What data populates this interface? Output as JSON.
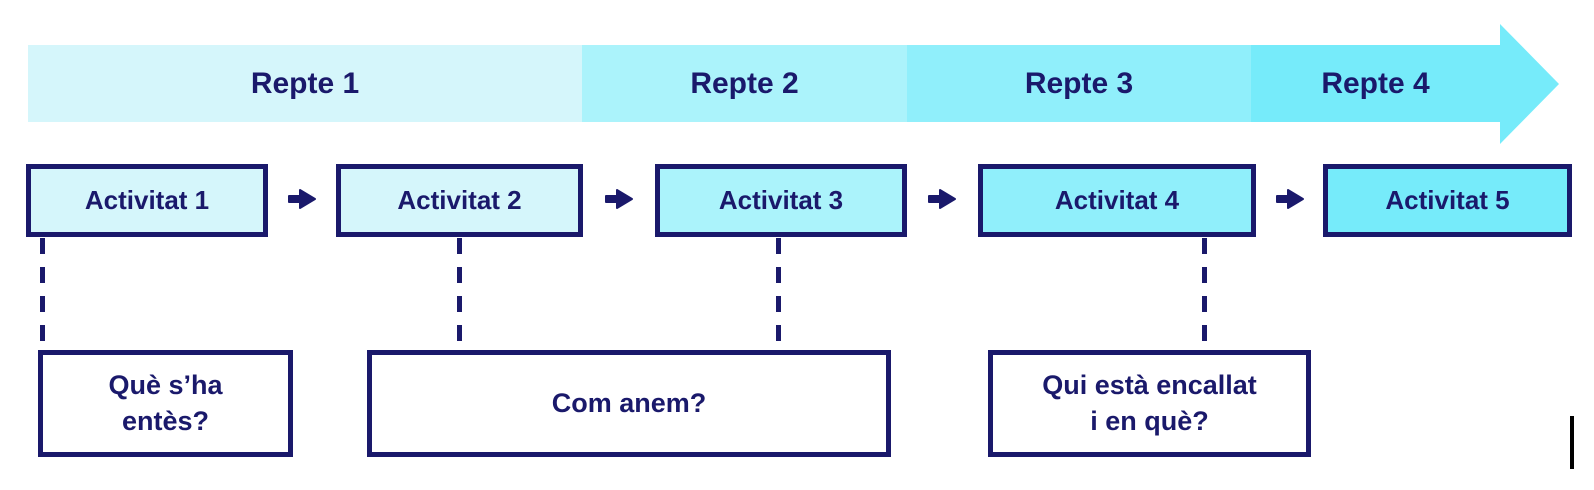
{
  "diagram": {
    "timeline": {
      "reptes": [
        {
          "label": "Repte 1",
          "fill": "#D5F6FB"
        },
        {
          "label": "Repte 2",
          "fill": "#ABF3FB"
        },
        {
          "label": "Repte 3",
          "fill": "#90EFFB"
        },
        {
          "label": "Repte 4",
          "fill": "#76EBFA"
        }
      ],
      "arrowhead_fill": "#76EBFA"
    },
    "activities": [
      {
        "label": "Activitat 1",
        "fill": "#D5F6FB"
      },
      {
        "label": "Activitat 2",
        "fill": "#D5F6FB"
      },
      {
        "label": "Activitat 3",
        "fill": "#ABF3FB"
      },
      {
        "label": "Activitat 4",
        "fill": "#90EFFB"
      },
      {
        "label": "Activitat 5",
        "fill": "#76EBFA"
      }
    ],
    "questions": [
      {
        "lines": [
          "Què s’ha",
          "entès?"
        ]
      },
      {
        "lines": [
          "Com anem?"
        ]
      },
      {
        "lines": [
          "Qui està encallat",
          "i en què?"
        ]
      }
    ],
    "colors": {
      "navy": "#1A196B",
      "background": "#FFFFFF",
      "cursor": "#000000"
    }
  }
}
